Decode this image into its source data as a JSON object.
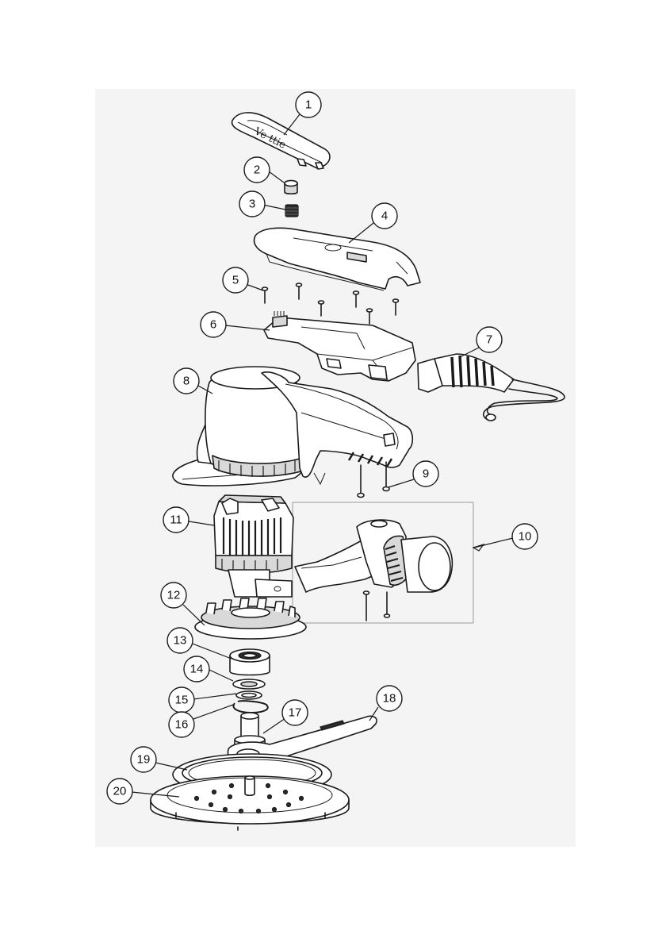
{
  "callouts": [
    {
      "label": "1"
    },
    {
      "label": "2"
    },
    {
      "label": "3"
    },
    {
      "label": "4"
    },
    {
      "label": "5"
    },
    {
      "label": "6"
    },
    {
      "label": "7"
    },
    {
      "label": "8"
    },
    {
      "label": "9"
    },
    {
      "label": "10"
    },
    {
      "label": "11"
    },
    {
      "label": "12"
    },
    {
      "label": "13"
    },
    {
      "label": "14"
    },
    {
      "label": "15"
    },
    {
      "label": "16"
    },
    {
      "label": "17"
    },
    {
      "label": "18"
    },
    {
      "label": "19"
    },
    {
      "label": "20"
    }
  ],
  "colors": {
    "line": "#1b1b1b",
    "paper": "#f4f4f4",
    "fill": "#ffffff"
  }
}
